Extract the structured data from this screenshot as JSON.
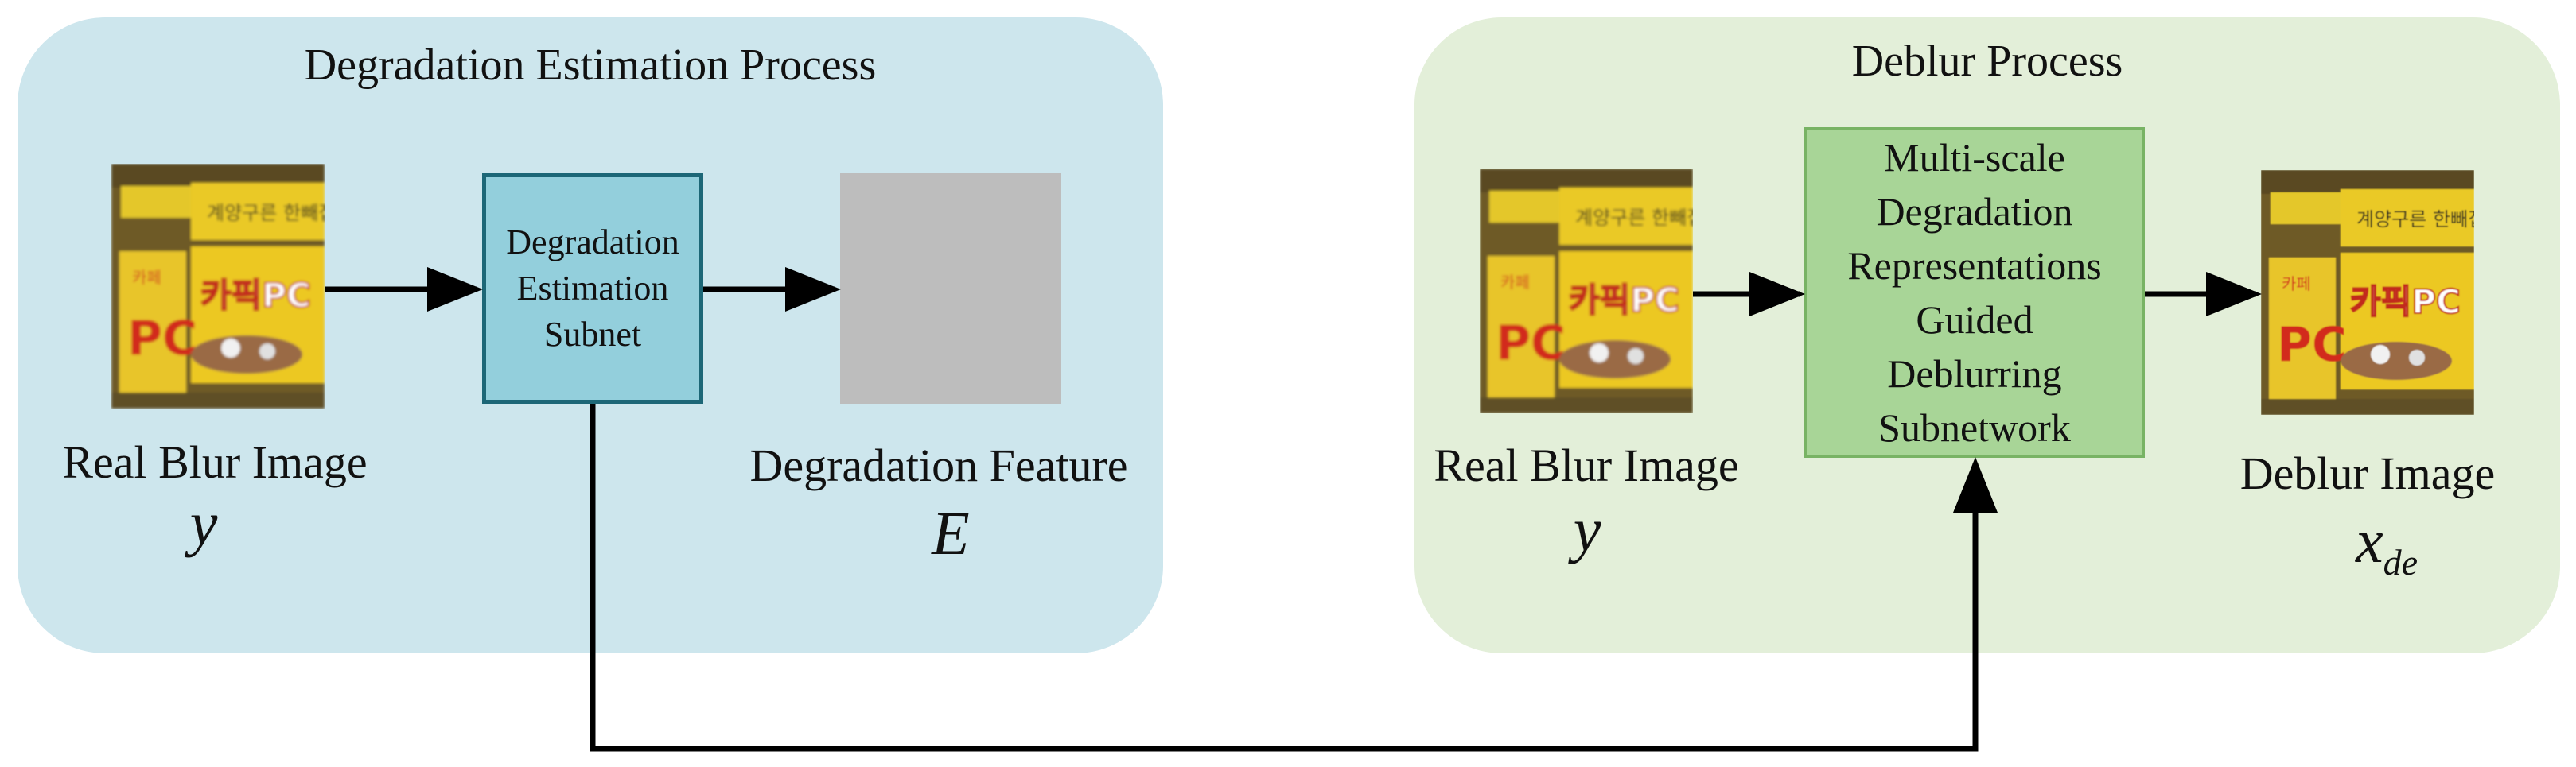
{
  "left_panel": {
    "title": "Degradation Estimation Process",
    "input_label": "Real Blur Image",
    "input_symbol": "y",
    "subnet_lines": [
      "Degradation",
      "Estimation",
      "Subnet"
    ],
    "output_label": "Degradation Feature",
    "output_symbol": "E"
  },
  "right_panel": {
    "title": "Deblur Process",
    "input_label": "Real Blur Image",
    "input_symbol": "y",
    "subnet_lines": [
      "Multi-scale",
      "Degradation",
      "Representations",
      "Guided",
      "Deblurring",
      "Subnetwork"
    ],
    "output_label": "Deblur Image",
    "output_symbol": "x",
    "output_subscript": "de"
  },
  "photo_text": {
    "sign_top": "계양구른 한빼집",
    "side_sign": "PC",
    "side_text": "카페",
    "main_sign": "카픽PC"
  },
  "colors": {
    "left_panel_bg": "#cde6ed",
    "right_panel_bg": "#e3efd9",
    "estimation_box_fill": "#93cfdc",
    "estimation_box_border": "#1c6777",
    "deblur_box_fill": "#a8d597",
    "feature_gray": "#bdbdbd"
  }
}
